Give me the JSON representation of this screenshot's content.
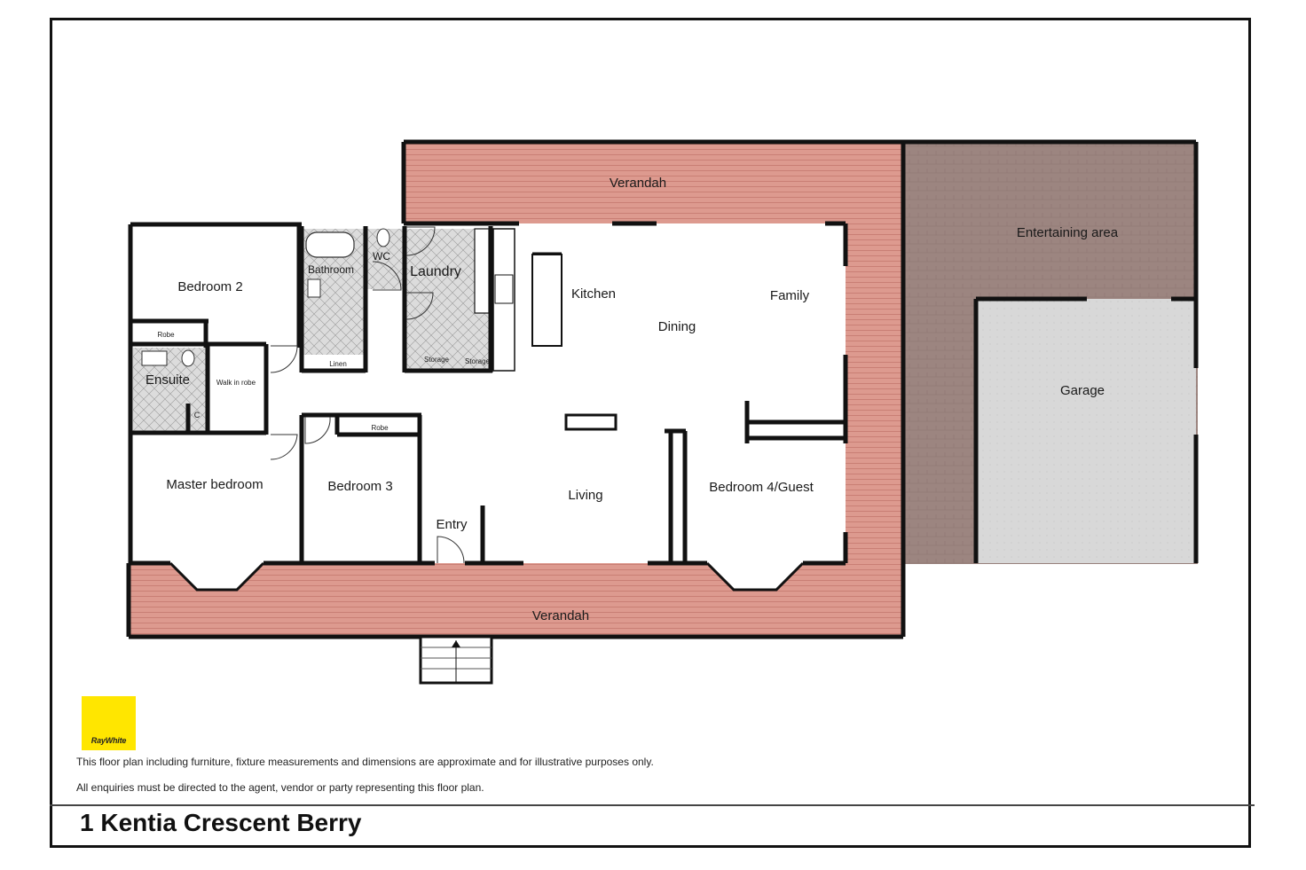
{
  "rooms": {
    "verandah_top": "Verandah",
    "verandah_bottom": "Verandah",
    "entertaining": "Entertaining area",
    "garage": "Garage",
    "bedroom2": "Bedroom 2",
    "bathroom": "Bathroom",
    "wc": "WC",
    "laundry": "Laundry",
    "kitchen": "Kitchen",
    "dining": "Dining",
    "family": "Family",
    "robe_small": "Robe",
    "linen": "Linen",
    "storage_1": "Storage",
    "storage_2": "Storage",
    "ensuite": "Ensuite",
    "walk_in_robe": "Walk in robe",
    "cupboard": "C",
    "robe_bed3": "Robe",
    "master": "Master bedroom",
    "bedroom3": "Bedroom 3",
    "living": "Living",
    "entry": "Entry",
    "bedroom4": "Bedroom 4/Guest"
  },
  "logo": {
    "text": "RayWhite",
    "color": "#ffe600"
  },
  "disclaimer": {
    "line1": "This floor plan including furniture, fixture measurements and dimensions are approximate and for illustrative purposes only.",
    "line2": "All enquiries must be directed to the agent, vendor or party representing this floor plan."
  },
  "address": "1 Kentia Crescent Berry",
  "colors": {
    "deck": "#dd9a8f",
    "deck_line": "#c97f75",
    "paving": "#9c8580",
    "garage_floor": "#d8d8d8",
    "tile": "#cfcfcf",
    "wall": "#111111"
  }
}
